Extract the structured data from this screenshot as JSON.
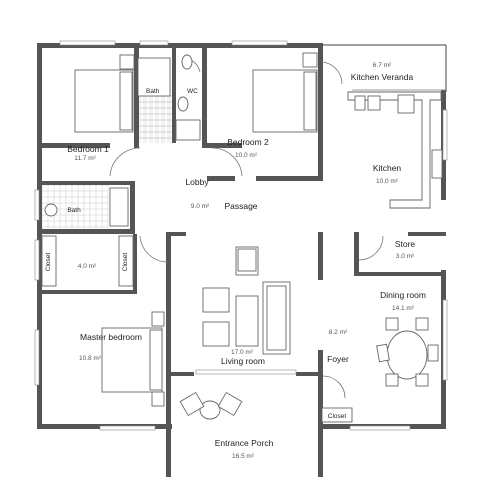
{
  "plan": {
    "rooms": [
      {
        "key": "kitchen_veranda",
        "label": "Kitchen Veranda",
        "area": "6.7 m²"
      },
      {
        "key": "bath_wc",
        "label": "Bath",
        "area": "",
        "extra": "WC"
      },
      {
        "key": "bedroom1",
        "label": "Bedroom 1",
        "area": "11.7 m²"
      },
      {
        "key": "bedroom2",
        "label": "Bedroom 2",
        "area": "10.0 m²"
      },
      {
        "key": "lobby",
        "label": "Lobby",
        "area": ""
      },
      {
        "key": "passage",
        "label": "Passage",
        "area": "9.0 m²"
      },
      {
        "key": "kitchen",
        "label": "Kitchen",
        "area": "10.0 m²"
      },
      {
        "key": "bath2",
        "label": "Bath",
        "area": ""
      },
      {
        "key": "walkin",
        "label": "",
        "area": "4.0 m²"
      },
      {
        "key": "store",
        "label": "Store",
        "area": "3.0 m²"
      },
      {
        "key": "dining",
        "label": "Dining room",
        "area": "14.1 m²"
      },
      {
        "key": "master",
        "label": "Master bedroom",
        "area": "10.8 m²"
      },
      {
        "key": "living",
        "label": "Living room",
        "area": "17.0 m²"
      },
      {
        "key": "hall",
        "label": "",
        "area": "8.2 m²"
      },
      {
        "key": "foyer",
        "label": "Foyer",
        "area": ""
      },
      {
        "key": "entrance",
        "label": "Entrance Porch",
        "area": "16.5 m²"
      }
    ],
    "closets": [
      "Closet",
      "Closet"
    ],
    "closet_small": "Closet"
  }
}
